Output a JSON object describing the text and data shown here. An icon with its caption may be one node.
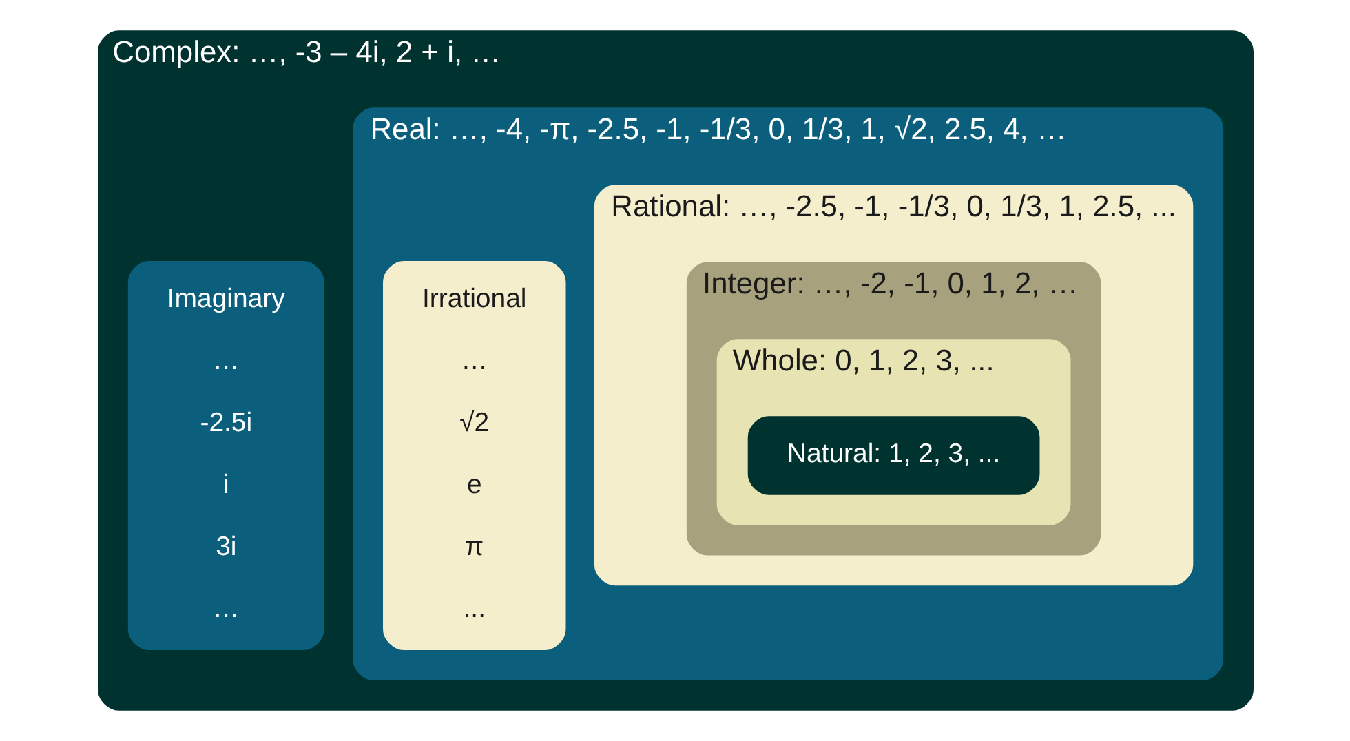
{
  "diagram": {
    "nodes": [
      {
        "text": [
          "Complex: …, -3 – 4i, 2 + i, …"
        ]
      },
      {
        "text": [
          "Real: …, -4, -π, -2.5, -1, -1/3, 0, 1/3, 1, √2, 2.5, 4, …"
        ],
        "in": 0
      },
      {
        "text": [
          "Rational: …, -2.5, -1, -1/3, 0, 1/3, 1, 2.5, ..."
        ],
        "in": 1
      },
      {
        "text": [
          "Integer: …, -2, -1, 0, 1, 2, …"
        ],
        "in": 2
      },
      {
        "text": [
          "Whole: 0, 1, 2, 3, ..."
        ],
        "in": 3
      },
      {
        "text": [
          "Natural: 1, 2, 3, ..."
        ],
        "in": 4
      },
      {
        "text": [
          "Irrational",
          "…",
          "√2",
          "e",
          "π",
          "..."
        ],
        "in": 1
      },
      {
        "text": [
          "Imaginary",
          "…",
          "-2.5i",
          "i",
          "3i",
          "…"
        ],
        "in": 0
      }
    ],
    "edges": []
  }
}
